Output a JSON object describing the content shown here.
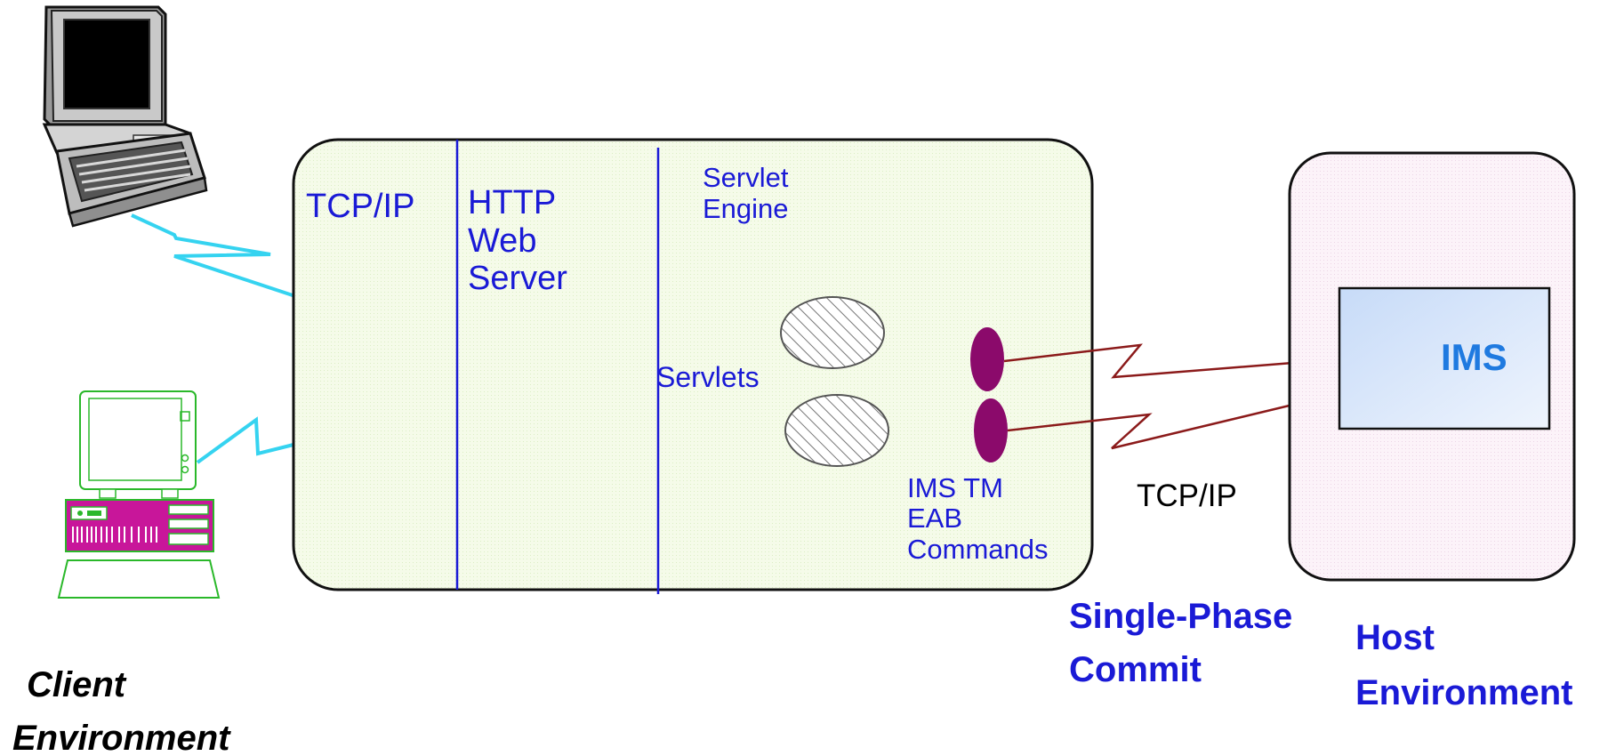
{
  "server": {
    "tcpip_label": "TCP/IP",
    "http_lines": [
      "HTTP",
      "Web",
      "Server"
    ],
    "engine_lines": [
      "Servlet",
      "Engine"
    ],
    "servlets_label": "Servlets",
    "eab_lines": [
      "IMS TM",
      "EAB",
      "Commands"
    ]
  },
  "link": {
    "tcpip_label": "TCP/IP",
    "commit_lines": [
      "Single-Phase",
      "Commit"
    ]
  },
  "host": {
    "ims_label": "IMS",
    "env_lines": [
      "Host",
      "Environment"
    ]
  },
  "client": {
    "env_lines": [
      "Client",
      "Environment"
    ]
  },
  "colors": {
    "label_blue": "#1a1ad6",
    "ims_blue": "#1f7ae0",
    "connector_cyan": "#35d3f0",
    "connector_maroon": "#8b1a1a",
    "eab_node": "#8b0a6b",
    "server_fill": "#f4fbe6",
    "host_fill": "#fbf1f8",
    "ims_fill": "#dbe8fb",
    "client_pc_green": "#2ab82a",
    "client_pc_magenta": "#c8169a"
  }
}
